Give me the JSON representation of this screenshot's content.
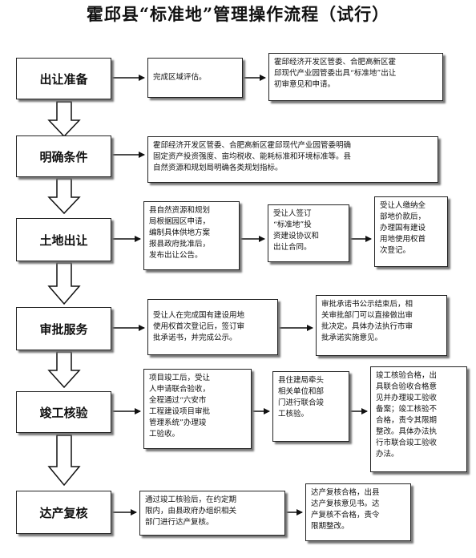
{
  "title": "霍邱县“标准地”管理操作流程（试行）",
  "stages": [
    {
      "label": "出让准备",
      "notes": [
        "完成区域评估。",
        "霍邱经济开发区管委、合肥高新区霍\n邱现代产业园管委出具“标准地”出让\n初审意见和申请。"
      ]
    },
    {
      "label": "明确条件",
      "notes": [
        "霍邱经济开发区管委、合肥高新区霍邱现代产业园管委明确\n固定资产投资强度、亩均税收、能耗标准和环境标准等。县\n自然资源和规划局明确各类规划指标。"
      ]
    },
    {
      "label": "土地出让",
      "notes": [
        "县自然资源和规划\n局根据园区申请，\n编制具体供地方案\n报县政府批准后，\n发布出让公告。",
        "受让人签订\n“标准地”投\n资建设协议和\n出让合同。",
        "受让人缴纳全\n部地价款后，\n办理国有建设\n用地使用权首\n次登记。"
      ]
    },
    {
      "label": "审批服务",
      "notes": [
        "受让人在完成国有建设用地\n使用权首次登记后，签订审\n批承诺书，并完成公示。",
        "审批承诺书公示结束后，相\n关审批部门可以直接做出审\n批决定。具体办法执行市审\n批承诺实施意见。"
      ]
    },
    {
      "label": "竣工核验",
      "notes": [
        "项目竣工后，受让\n人申请联合验收，\n全程通过“六安市\n工程建设项目审批\n管理系统”办理竣\n工验收。",
        "县住建局牵头\n相关单位和部\n门进行联合竣\n工核验。",
        "竣工核验合格，出\n具联合验收合格意\n见并办理竣工验收\n备案；竣工核验不\n合格，责令其限期\n整改。具体办法执\n行市联合竣工验收\n办法。"
      ]
    },
    {
      "label": "达产复核",
      "notes": [
        "通过竣工核验后，在约定期\n限内，由县政府办组织相关\n部门进行达产复核。",
        "达产复核合格，出县\n达产复核意见书。达\n产复核不合格，责令\n限期整改。"
      ]
    }
  ]
}
